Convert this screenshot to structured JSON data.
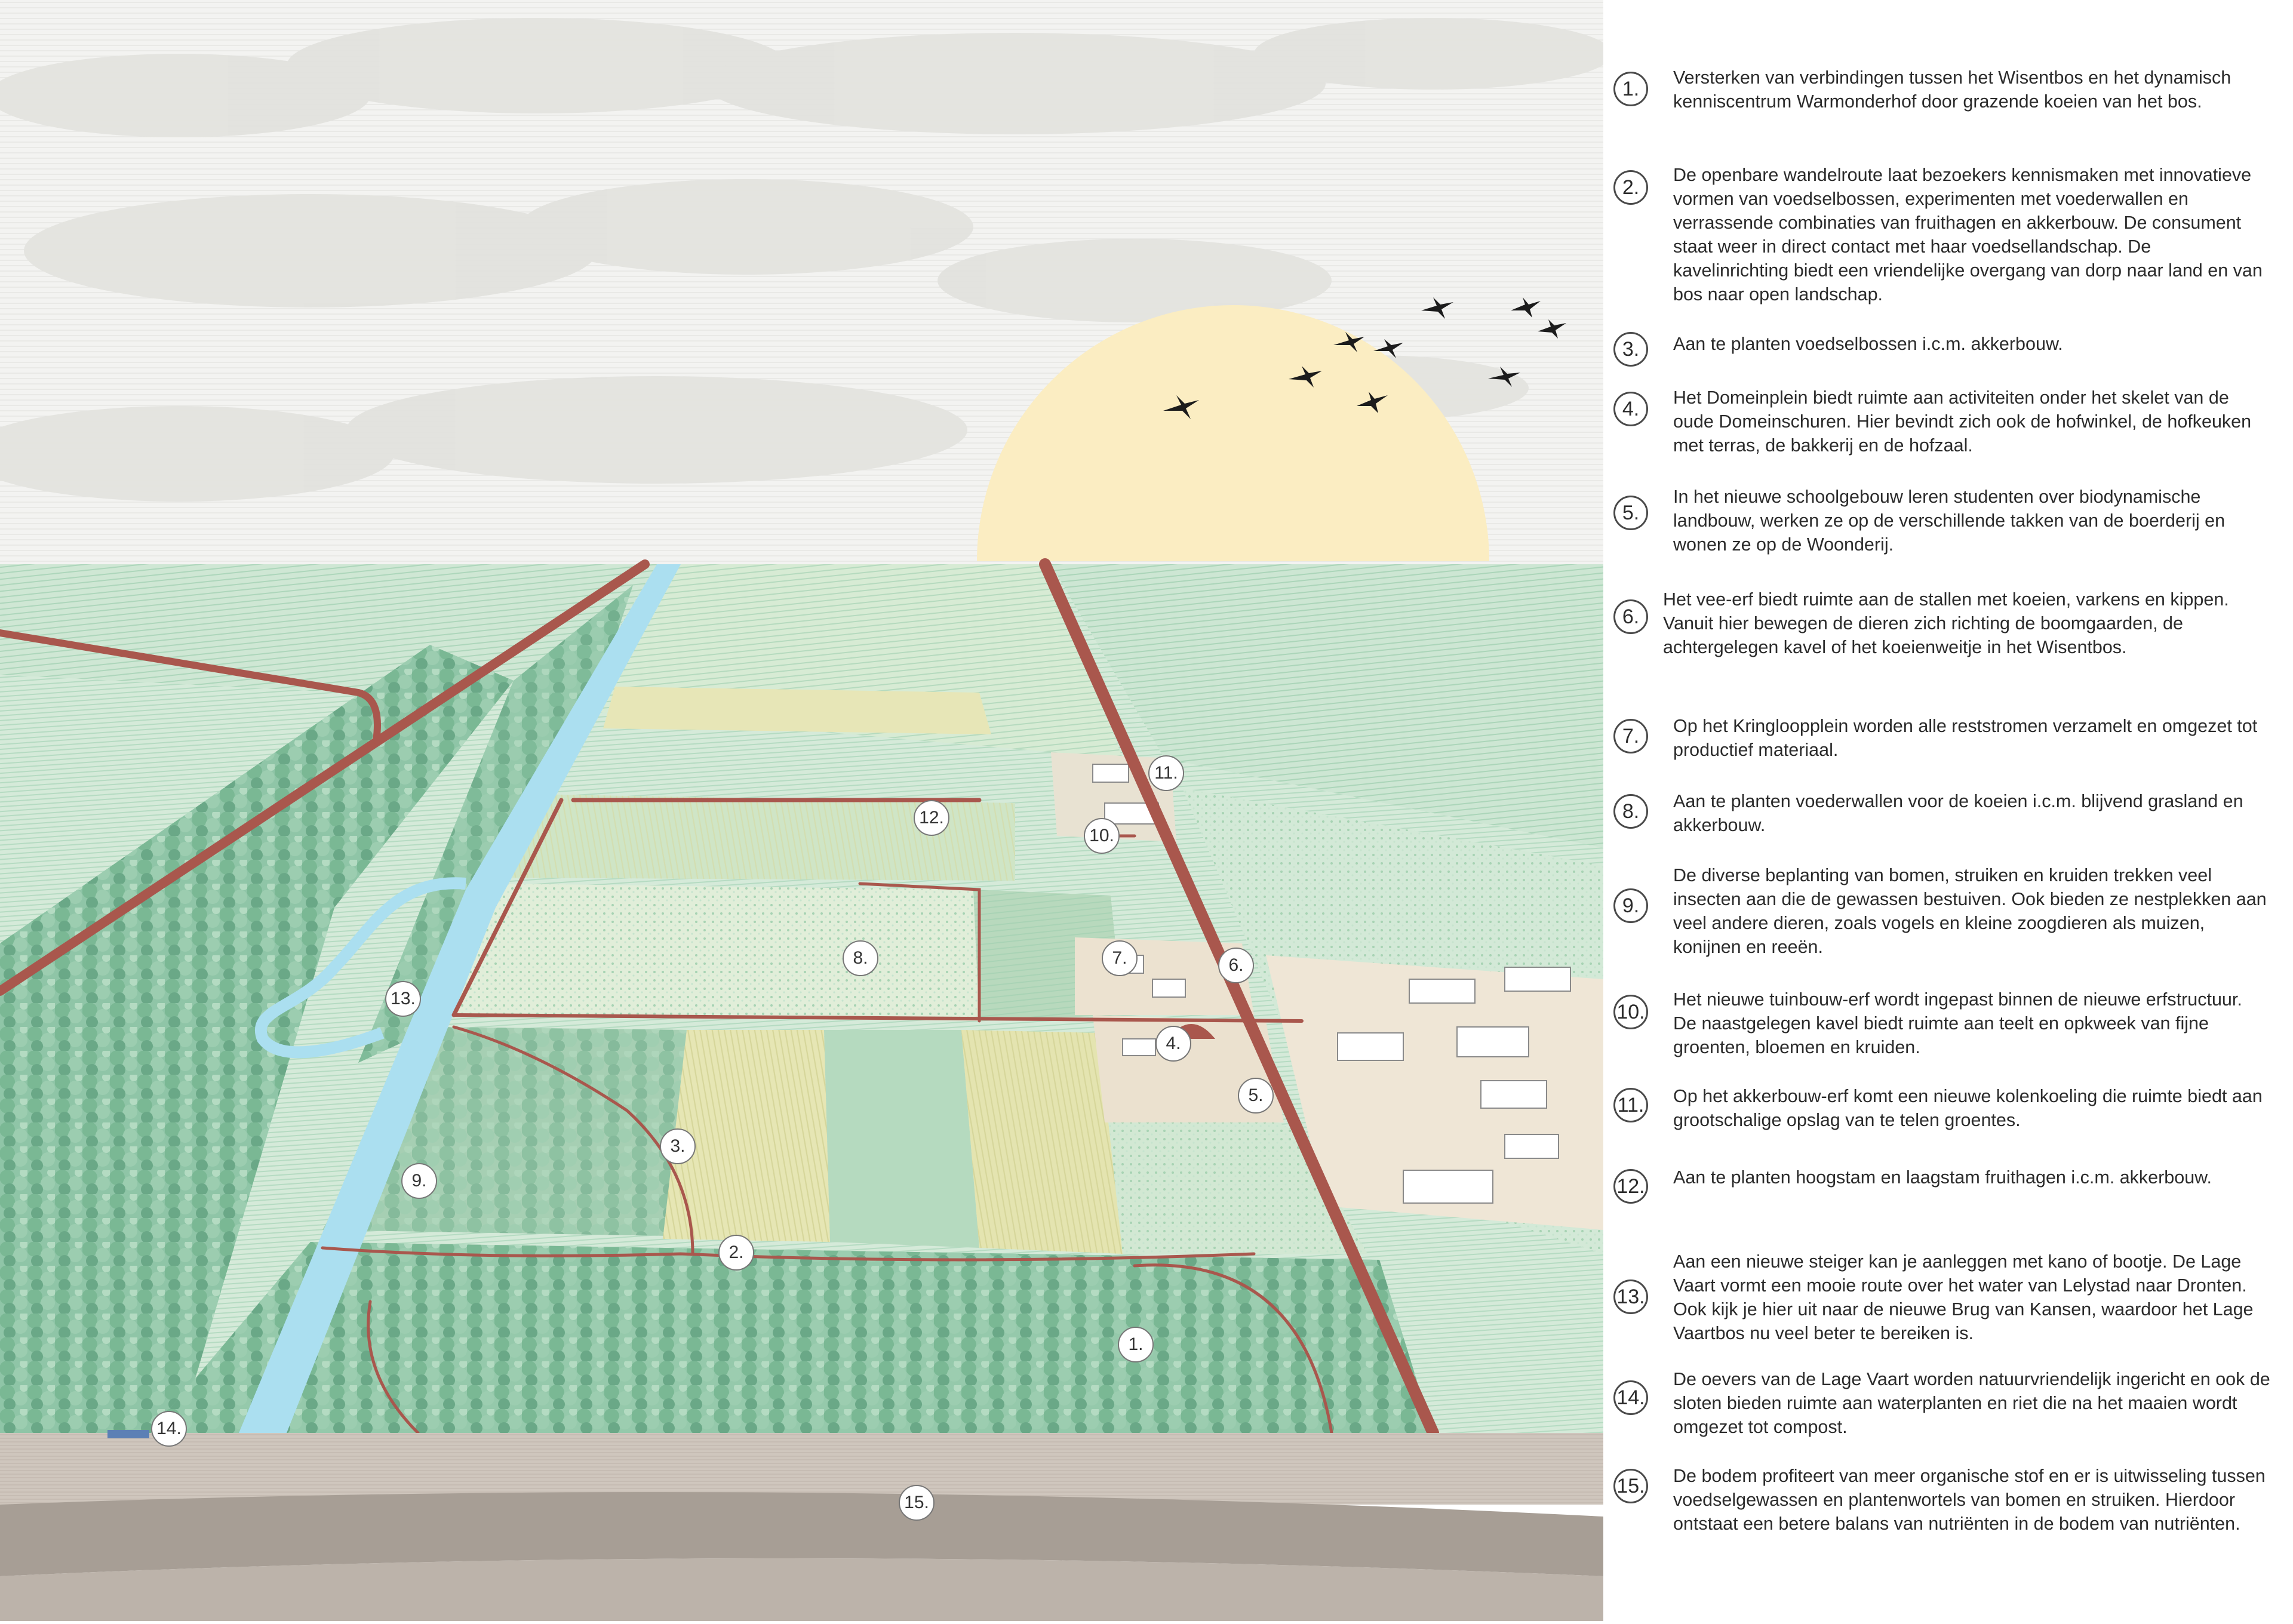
{
  "legend": [
    {
      "num": "1.",
      "text": "Versterken van verbindingen tussen het Wisentbos en het dynamisch kenniscentrum Warmonderhof door grazende koeien van het bos."
    },
    {
      "num": "2.",
      "text": "De openbare wandelroute laat bezoekers kennismaken met innovatieve vormen van voedselbossen, experimenten met voederwallen en verrassende combinaties van fruithagen en akkerbouw. De consument staat weer in direct contact met haar voedsellandschap. De kavelinrichting biedt een vriendelijke overgang van dorp naar land en van bos naar open landschap."
    },
    {
      "num": "3.",
      "text": "Aan te planten voedselbossen i.c.m. akkerbouw."
    },
    {
      "num": "4.",
      "text": "Het Domeinplein biedt ruimte aan activiteiten onder het skelet van de oude Domeinschuren. Hier bevindt zich ook de hofwinkel, de hofkeuken met terras, de bakkerij en de hofzaal."
    },
    {
      "num": "5.",
      "text": "In het nieuwe schoolgebouw leren studenten over biodynamische landbouw, werken ze op de verschillende takken van de boerderij en wonen ze op de Woonderij."
    },
    {
      "num": "6.",
      "text": "Het vee-erf biedt ruimte aan de stallen met koeien, varkens en kippen. Vanuit hier bewegen de dieren zich richting de boomgaarden, de achtergelegen kavel of het koeienweitje in het Wisentbos."
    },
    {
      "num": "7.",
      "text": "Op het Kringloopplein worden alle reststromen verzamelt en omgezet tot productief materiaal."
    },
    {
      "num": "8.",
      "text": "Aan te planten voederwallen voor de koeien i.c.m. blijvend grasland en akkerbouw."
    },
    {
      "num": "9.",
      "text": "De diverse beplanting van bomen, struiken en kruiden trekken veel insecten aan die de gewassen bestuiven. Ook bieden ze nestplekken aan veel  andere dieren, zoals vogels en kleine zoogdieren als muizen, konijnen en reeën."
    },
    {
      "num": "10.",
      "text": "Het nieuwe tuinbouw-erf wordt ingepast binnen de nieuwe erfstructuur. De naastgelegen kavel biedt ruimte aan teelt en opkweek van fijne groenten, bloemen en kruiden."
    },
    {
      "num": "11.",
      "text": "Op het akkerbouw-erf komt een nieuwe kolenkoeling die ruimte biedt aan grootschalige opslag van te telen groentes."
    },
    {
      "num": "12.",
      "text": "Aan te planten hoogstam en laagstam fruithagen i.c.m. akkerbouw."
    },
    {
      "num": "13.",
      "text": "Aan een nieuwe steiger kan je aanleggen met kano of bootje. De Lage Vaart vormt een mooie route over het water van Lelystad naar Dronten. Ook kijk je hier uit naar de nieuwe Brug van Kansen, waardoor het Lage Vaartbos nu veel beter te bereiken  is."
    },
    {
      "num": "14.",
      "text": "De oevers van de Lage Vaart worden natuurvriendelijk ingericht en ook de sloten bieden ruimte aan waterplanten en riet die na het maaien wordt omgezet tot compost."
    },
    {
      "num": "15.",
      "text": "De bodem profiteert van meer organische stof en er is uitwisseling tussen voedselgewassen en plantenwortels van bomen en struiken. Hierdoor ontstaat een betere balans van nutriënten in de bodem van nutriënten."
    }
  ],
  "map_markers": [
    "1.",
    "2.",
    "3.",
    "4.",
    "5.",
    "6.",
    "7.",
    "8.",
    "9.",
    "10.",
    "11.",
    "12.",
    "13.",
    "14.",
    "15."
  ],
  "colors": {
    "sky": "#f1f1ef",
    "cloud": "#dcdcd8",
    "sun": "#fbedc0",
    "field_light": "#d9ecd9",
    "field_mid": "#b9dcc3",
    "field_yellow": "#e7e7b6",
    "forest": "#8ec4a6",
    "forest_dark": "#5e9d7f",
    "road": "#a9574d",
    "water": "#a9def0",
    "yard": "#ede3d2",
    "soil_top": "#cec5bb",
    "soil_mid": "#a49a92",
    "soil_bottom": "#b8aea5"
  }
}
